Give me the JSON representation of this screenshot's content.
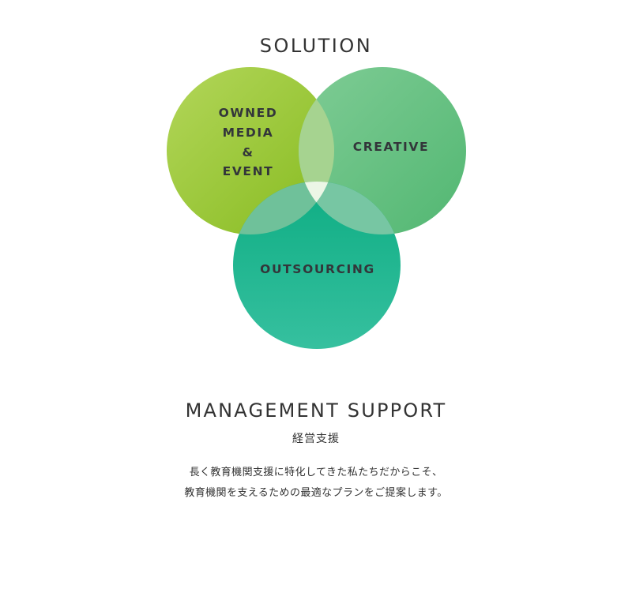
{
  "solution": {
    "title": "SOLUTION",
    "circles": [
      {
        "id": "owned",
        "lines": [
          "OWNED",
          "MEDIA",
          "&",
          "EVENT"
        ]
      },
      {
        "id": "creative",
        "lines": [
          "CREATIVE"
        ]
      },
      {
        "id": "outsourcing",
        "lines": [
          "OUTSOURCING"
        ]
      }
    ]
  },
  "support": {
    "title": "MANAGEMENT SUPPORT",
    "subtitle": "経営支援",
    "description": [
      "長く教育機関支援に特化してきた私たちだからこそ、",
      "教育機関を支えるための最適なプランをご提案します。"
    ]
  },
  "colors": {
    "owned_start": "#b1d456",
    "owned_end": "#8cbf24",
    "creative_start": "#7ccb94",
    "creative_end": "#55b874",
    "outsourcing_start": "#12af86",
    "outsourcing_end": "#34bf9e",
    "text": "#333333"
  }
}
